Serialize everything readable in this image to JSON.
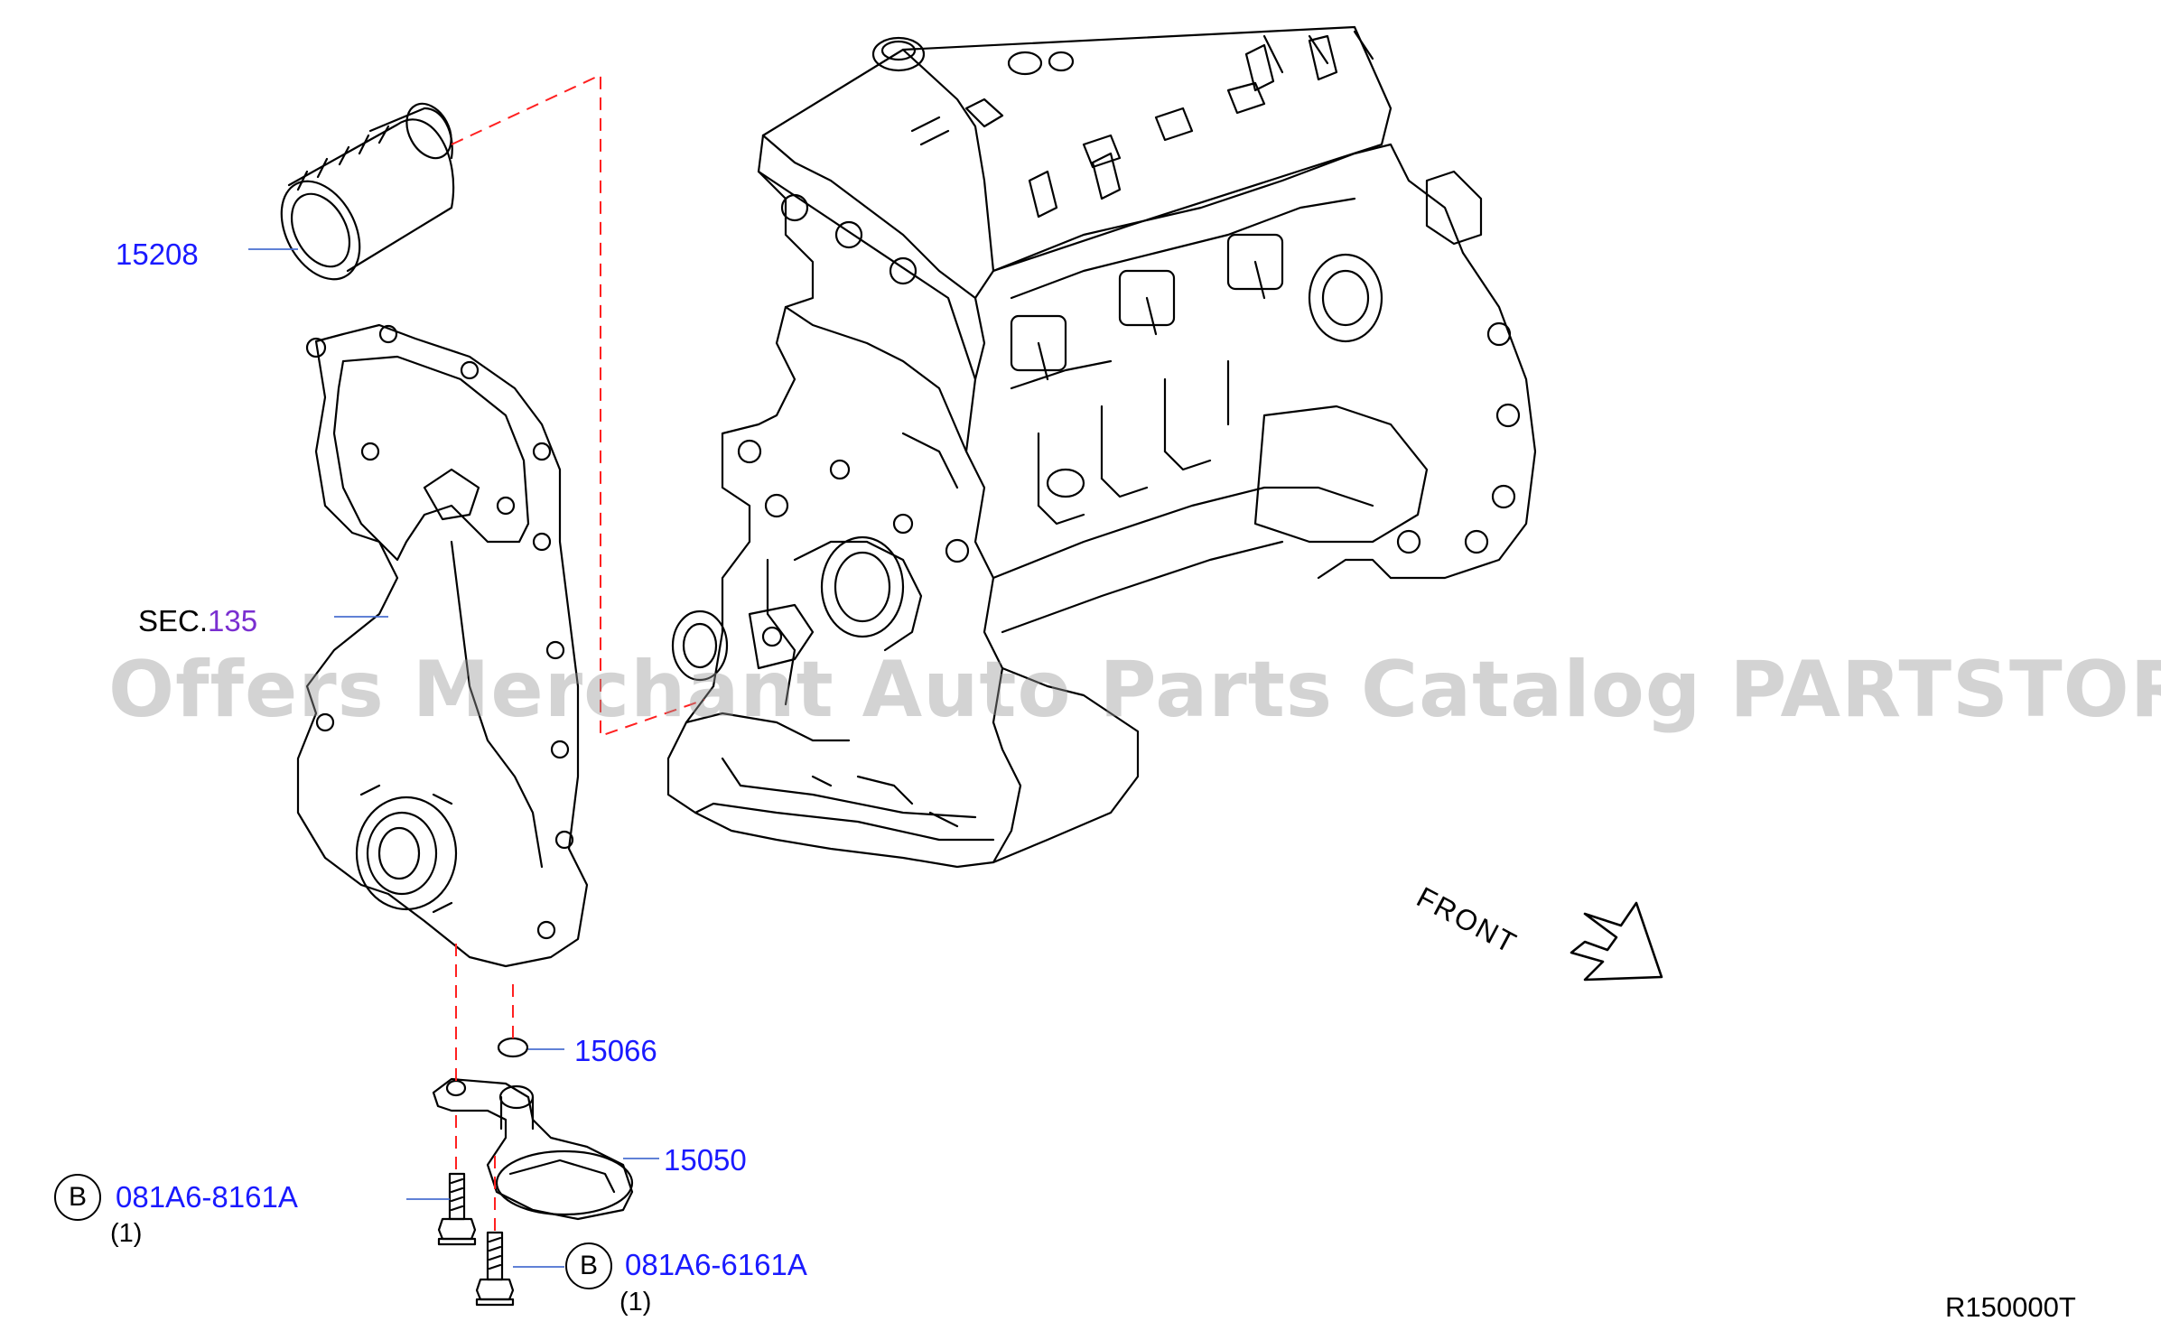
{
  "diagram": {
    "part_labels": {
      "oil_filter": "15208",
      "oil_strainer_gasket": "15066",
      "oil_strainer": "15050",
      "bolt_1": "081A6-8161A",
      "bolt_2": "081A6-6161A"
    },
    "bolt_1_qty": "(1)",
    "bolt_2_qty": "(1)",
    "bolt_marker": "B",
    "section_ref": {
      "prefix": "SEC.",
      "number": "135"
    },
    "front_label": "FRONT",
    "drawing_code": "R150000T",
    "watermark": "Offers Merchant Auto Parts Catalog PARTSTORE.SA"
  },
  "colors": {
    "part_number": "#1a1aff",
    "section_number": "#7a2fd0",
    "leader_line": "#4a6fd0",
    "dash_line": "#ff2020",
    "line_art": "#000000",
    "watermark": "#969696"
  },
  "icons": [
    "oil-filter-icon",
    "timing-cover-icon",
    "engine-block-icon",
    "oil-strainer-icon",
    "gasket-icon",
    "bolt-icon",
    "front-arrow-icon"
  ]
}
